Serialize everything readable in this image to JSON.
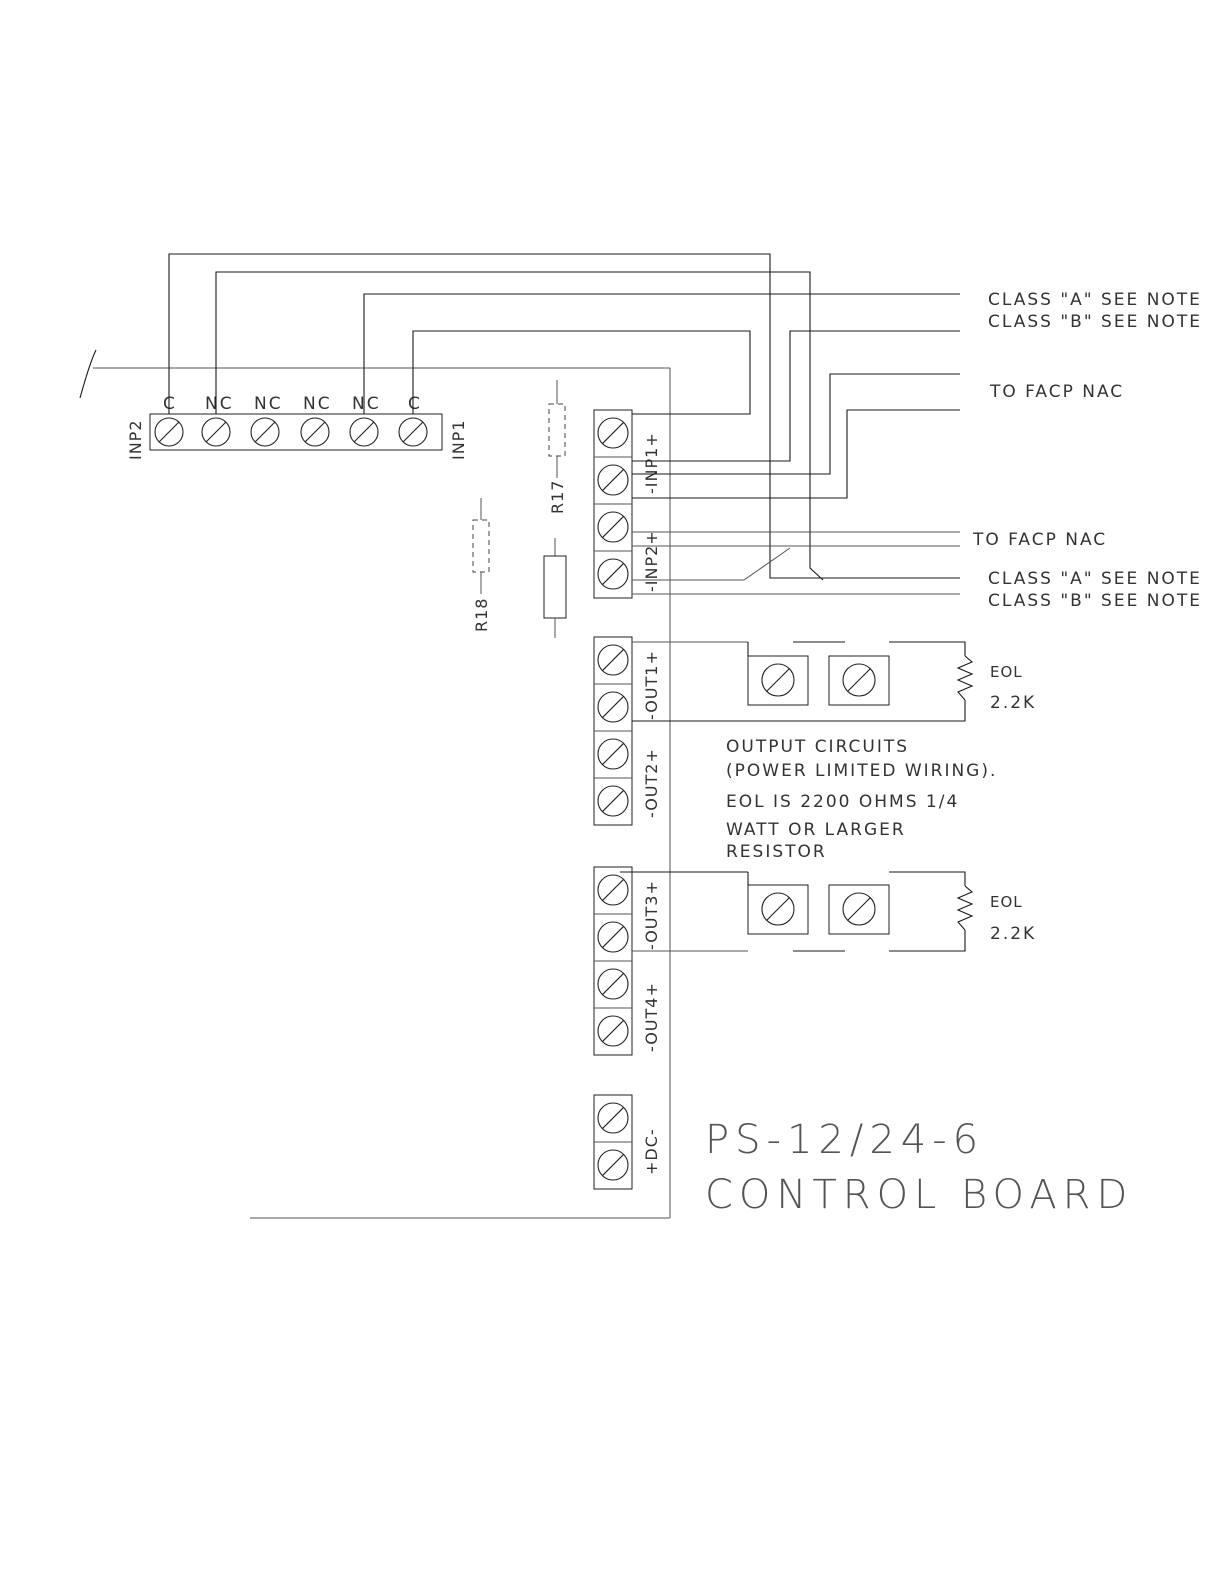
{
  "relay_block": {
    "left_label": "INP2",
    "right_label": "INP1",
    "terminals": [
      "C",
      "NC",
      "NC",
      "NC",
      "NC",
      "C"
    ]
  },
  "main_terminals": {
    "inp1": "-INP1+",
    "inp2": "-INP2+",
    "out1": "-OUT1+",
    "out2": "-OUT2+",
    "out3": "-OUT3+",
    "out4": "-OUT4+",
    "dc": "+DC-"
  },
  "resistors": {
    "r17": "R17",
    "r18": "R18"
  },
  "right_labels": {
    "class_a_top": "CLASS \"A\" SEE NOTE",
    "class_b_top": "CLASS \"B\" SEE NOTE",
    "facp_nac_1": "TO FACP NAC",
    "facp_nac_2": "TO FACP NAC",
    "class_a_bottom": "CLASS \"A\" SEE NOTE",
    "class_b_bottom": "CLASS \"B\" SEE NOTE"
  },
  "eol": {
    "label_1": "EOL",
    "value_1": "2.2K",
    "label_2": "EOL",
    "value_2": "2.2K"
  },
  "notes": {
    "line1": "OUTPUT CIRCUITS",
    "line2": "(POWER LIMITED WIRING).",
    "line3": "EOL IS 2200 OHMS 1/4",
    "line4": "WATT OR LARGER",
    "line5": "RESISTOR"
  },
  "board": {
    "model": "PS-12/24-6",
    "name": "CONTROL BOARD"
  }
}
